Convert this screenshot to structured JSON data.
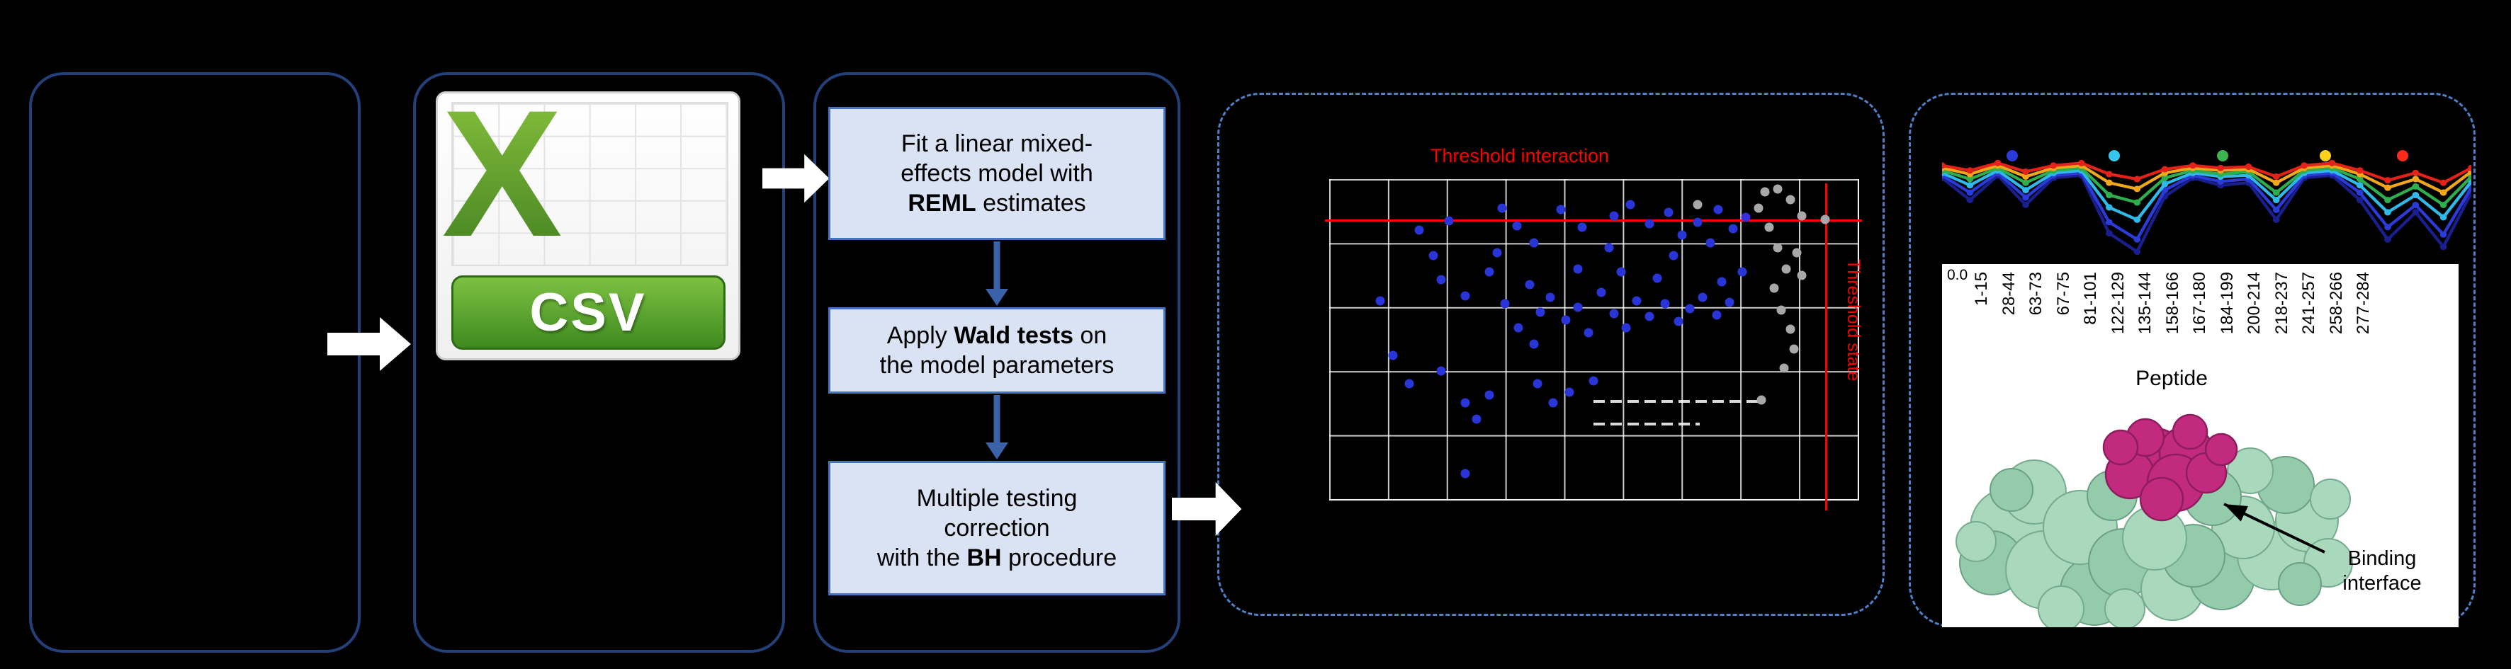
{
  "figure": {
    "csv_icon": {
      "letter": "X",
      "label": "CSV"
    },
    "flow": {
      "steps": [
        {
          "t1": "Fit a linear mixed-\neffects model with\n",
          "b": "REML",
          "t2": " estimates"
        },
        {
          "t1": "Apply ",
          "b": "Wald tests",
          "t2": " on\nthe model parameters"
        },
        {
          "t1": "Multiple testing\ncorrection\nwith the ",
          "b": "BH",
          "t2": " procedure"
        }
      ]
    },
    "scatter": {
      "title": "Threshold interaction",
      "side_label": "Threshold state",
      "threshold_h_pct": 12.5,
      "threshold_v_pct": 93.9,
      "point_colors": {
        "significant": "#2a35d8",
        "nonsignificant": "#a8a8a8",
        "threshold": "#ff0000"
      },
      "blue_points": [
        [
          17,
          16
        ],
        [
          22.7,
          13
        ],
        [
          32.7,
          9
        ],
        [
          35.5,
          14.5
        ],
        [
          38.8,
          20
        ],
        [
          43.9,
          9.5
        ],
        [
          47.9,
          15
        ],
        [
          53.9,
          11.5
        ],
        [
          57,
          8
        ],
        [
          60.6,
          14
        ],
        [
          64.2,
          10.5
        ],
        [
          66.7,
          17.5
        ],
        [
          69.7,
          13.5
        ],
        [
          73.6,
          9.5
        ],
        [
          76.4,
          15.5
        ],
        [
          78.8,
          12
        ],
        [
          19.7,
          24
        ],
        [
          31.8,
          23
        ],
        [
          53,
          21.5
        ],
        [
          65.2,
          24
        ],
        [
          72.1,
          20
        ],
        [
          21.2,
          31.5
        ],
        [
          25.8,
          36.5
        ],
        [
          30.3,
          29
        ],
        [
          33.3,
          39
        ],
        [
          37.9,
          33
        ],
        [
          40,
          41.5
        ],
        [
          35.8,
          46.5
        ],
        [
          38.8,
          51.5
        ],
        [
          41.8,
          37
        ],
        [
          44.8,
          44
        ],
        [
          47,
          40
        ],
        [
          49.1,
          48
        ],
        [
          51.5,
          35.5
        ],
        [
          53.9,
          42
        ],
        [
          56.1,
          46.5
        ],
        [
          58.2,
          38
        ],
        [
          60.6,
          43
        ],
        [
          63.6,
          39
        ],
        [
          66.1,
          44.5
        ],
        [
          68.2,
          40.5
        ],
        [
          70.6,
          37
        ],
        [
          73.3,
          42.5
        ],
        [
          75.8,
          38.5
        ],
        [
          78.2,
          29
        ],
        [
          74.2,
          32
        ],
        [
          62.1,
          31
        ],
        [
          55.2,
          29
        ],
        [
          47,
          28
        ],
        [
          9.7,
          38
        ],
        [
          12.1,
          55
        ],
        [
          15.2,
          64
        ],
        [
          21.2,
          60
        ],
        [
          25.8,
          70
        ],
        [
          27.9,
          75
        ],
        [
          30.3,
          67.5
        ],
        [
          39.4,
          64
        ],
        [
          42.4,
          70
        ],
        [
          45.5,
          66.5
        ],
        [
          50,
          63
        ],
        [
          25.8,
          92
        ]
      ],
      "gray_points": [
        [
          81.2,
          9
        ],
        [
          83.3,
          15
        ],
        [
          84.8,
          21.5
        ],
        [
          86.4,
          28
        ],
        [
          84.2,
          34
        ],
        [
          85.5,
          41
        ],
        [
          87.3,
          47
        ],
        [
          87.9,
          53
        ],
        [
          86.1,
          59
        ],
        [
          88.5,
          23
        ],
        [
          89.4,
          30
        ],
        [
          81.8,
          69
        ],
        [
          82.4,
          4
        ],
        [
          84.8,
          3
        ],
        [
          87.3,
          6.5
        ],
        [
          89.4,
          11.5
        ],
        [
          93.9,
          12.5
        ],
        [
          69.7,
          8
        ]
      ]
    },
    "uptake_chart": {
      "series": [
        {
          "name": "navy",
          "color": "#1a1f8f",
          "values": [
            30,
            48,
            28,
            52,
            30,
            28,
            75,
            90,
            45,
            30,
            36,
            34,
            64,
            30,
            28,
            48,
            80,
            58,
            86,
            42
          ]
        },
        {
          "name": "blue",
          "color": "#2a3bd8",
          "values": [
            28,
            42,
            26,
            46,
            28,
            26,
            66,
            80,
            40,
            28,
            33,
            31,
            56,
            28,
            26,
            42,
            70,
            52,
            76,
            38
          ]
        },
        {
          "name": "cyan",
          "color": "#2fb9e8",
          "values": [
            26,
            36,
            24,
            40,
            26,
            24,
            54,
            64,
            35,
            26,
            29,
            28,
            48,
            26,
            24,
            36,
            58,
            44,
            62,
            33
          ]
        },
        {
          "name": "green",
          "color": "#2fae4e",
          "values": [
            24,
            31,
            22,
            34,
            24,
            22,
            44,
            50,
            30,
            24,
            27,
            25,
            42,
            24,
            22,
            31,
            48,
            37,
            52,
            29
          ]
        },
        {
          "name": "orange",
          "color": "#f2a71b",
          "values": [
            22,
            27,
            20,
            29,
            22,
            20,
            34,
            39,
            26,
            22,
            24,
            23,
            34,
            22,
            20,
            27,
            38,
            31,
            42,
            25
          ]
        },
        {
          "name": "red",
          "color": "#e32219",
          "values": [
            20,
            24,
            18,
            25,
            20,
            18,
            27,
            31,
            23,
            20,
            22,
            21,
            29,
            20,
            18,
            24,
            32,
            26,
            34,
            22
          ]
        }
      ],
      "legend_dots": [
        {
          "color": "#2a3bd8",
          "x_pct": 13.3
        },
        {
          "color": "#35c6ef",
          "x_pct": 32.5
        },
        {
          "color": "#3db54e",
          "x_pct": 53
        },
        {
          "color": "#ffd21f",
          "x_pct": 72.4
        },
        {
          "color": "#ff291c",
          "x_pct": 87
        }
      ]
    },
    "peptide_axis": {
      "tick": "0.0",
      "labels": [
        "1-15",
        "28-44",
        "63-73",
        "67-75",
        "81-101",
        "122-129",
        "135-144",
        "158-166",
        "167-180",
        "184-199",
        "200-214",
        "218-237",
        "241-257",
        "258-266",
        "277-284"
      ],
      "axis_label": "Peptide"
    },
    "protein": {
      "annotation": "Binding interface"
    }
  }
}
